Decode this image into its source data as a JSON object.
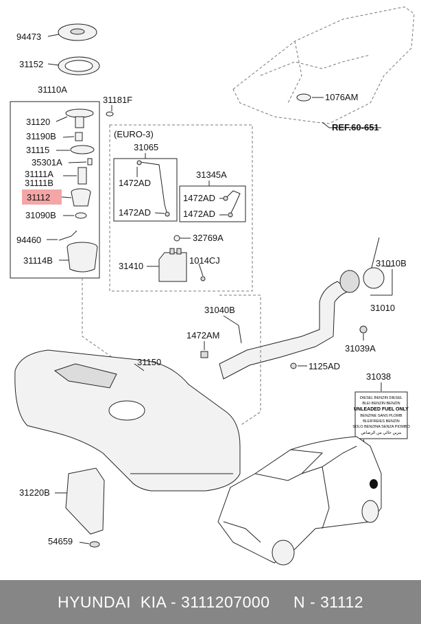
{
  "labels": {
    "p94473": "94473",
    "p31152": "31152",
    "p31110A": "31110A",
    "p31181F": "31181F",
    "p31120": "31120",
    "p31190B": "31190B",
    "p31115": "31115",
    "p35301A": "35301A",
    "p31111A": "31111A",
    "p31111B": "31111B",
    "p31112": "31112",
    "p31090B": "31090B",
    "p94460": "94460",
    "p31114B": "31114B",
    "euro3": "(EURO-3)",
    "p31065": "31065",
    "p1472AD_a": "1472AD",
    "p1472AD_b": "1472AD",
    "p31345A": "31345A",
    "p1472AD_c": "1472AD",
    "p1472AD_d": "1472AD",
    "p32769A": "32769A",
    "p1014CJ": "1014CJ",
    "p31410": "31410",
    "p1076AM": "1076AM",
    "ref": "REF.60-651",
    "p31010B": "31010B",
    "p31010": "31010",
    "p31040B": "31040B",
    "p1472AM": "1472AM",
    "p31039A": "31039A",
    "p1125AD": "1125AD",
    "p31150": "31150",
    "p31038": "31038",
    "p31220B": "31220B",
    "p54659": "54659"
  },
  "fuel_label_lines": [
    "DIESEL BENZIN DIESEL",
    "BLEI BENZIN BENZIN",
    "UNLEADED FUEL ONLY",
    "BENZINE SANS PLOMB",
    "BLEIFREIES BENZIN",
    "SOLO BENZINA SENZA PIOMBO",
    "بنزين خالي من الرصاص"
  ],
  "highlight_color": "#f4a6a6",
  "footer": {
    "text": "HYUNDAI  KIA - 3111207000     N - 31112"
  }
}
